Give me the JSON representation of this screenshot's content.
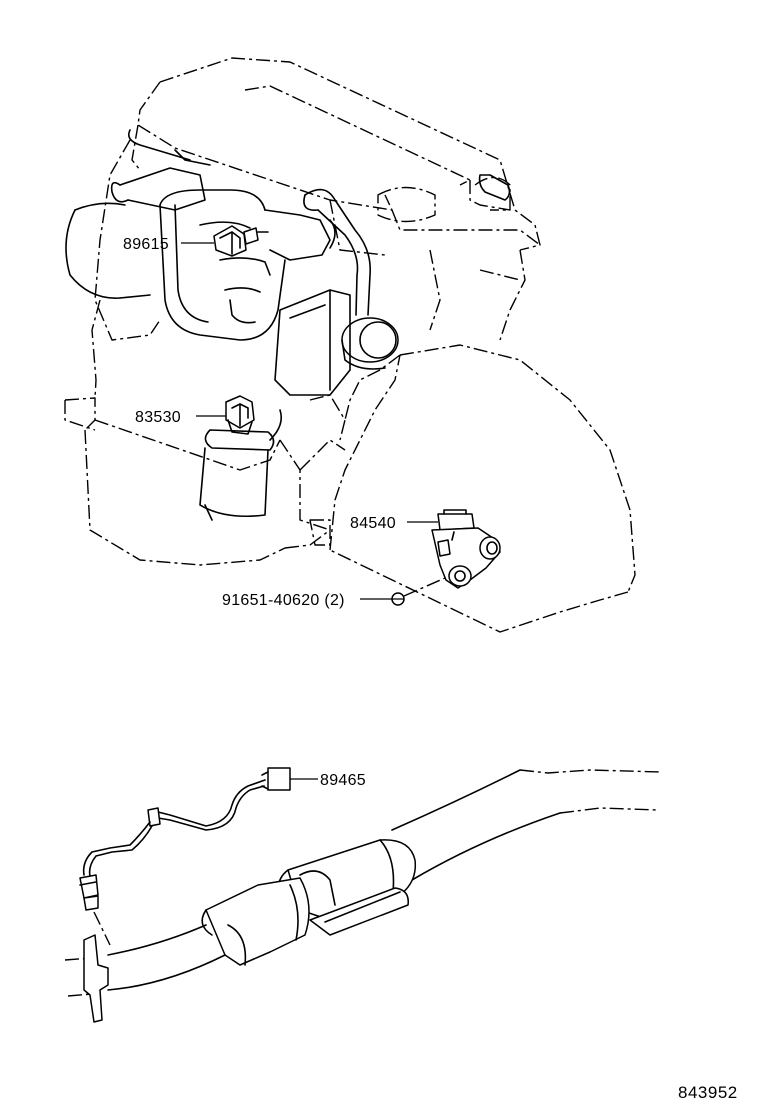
{
  "callouts": {
    "p89615": "89615",
    "p83530": "83530",
    "p84540": "84540",
    "p91651": "91651-40620 (2)",
    "p89465": "89465"
  },
  "illustration_id": "843952"
}
